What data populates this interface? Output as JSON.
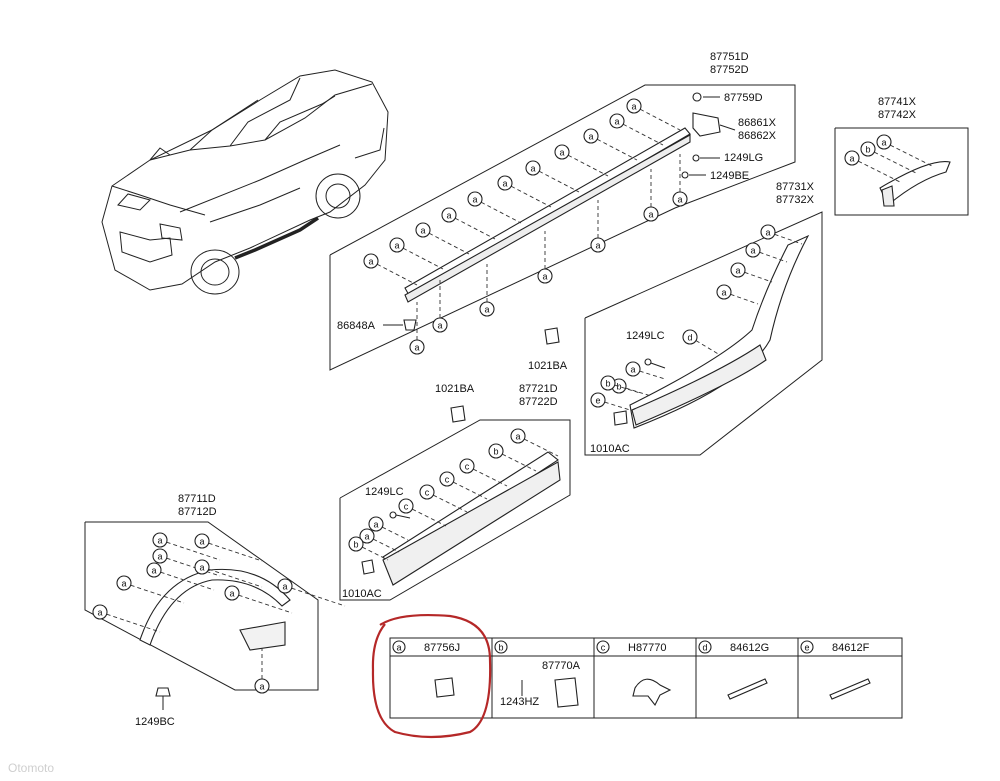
{
  "labels": {
    "p877": [
      "87751D",
      "87752D"
    ],
    "p87759": "87759D",
    "p86861": [
      "86861X",
      "86862X"
    ],
    "p1249lg": "1249LG",
    "p1249be": "1249BE",
    "p86848": "86848A",
    "p1021a": "1021BA",
    "p87741": [
      "87741X",
      "87742X"
    ],
    "p87731": [
      "87731X",
      "87732X"
    ],
    "p1249lc_a": "1249LC",
    "p1010ac_a": "1010AC",
    "p1021b": "1021BA",
    "p87721": [
      "87721D",
      "87722D"
    ],
    "p1249lc_b": "1249LC",
    "p1010ac_b": "1010AC",
    "p87711": [
      "87711D",
      "87712D"
    ],
    "p1249bc": "1249BC"
  },
  "legend": {
    "cells": [
      {
        "letter": "a",
        "code": "87756J"
      },
      {
        "letter": "b",
        "code": "87770A",
        "extra": "1243HZ"
      },
      {
        "letter": "c",
        "code": "H87770"
      },
      {
        "letter": "d",
        "code": "84612G"
      },
      {
        "letter": "e",
        "code": "84612F"
      }
    ]
  },
  "watermark": "Otomoto"
}
